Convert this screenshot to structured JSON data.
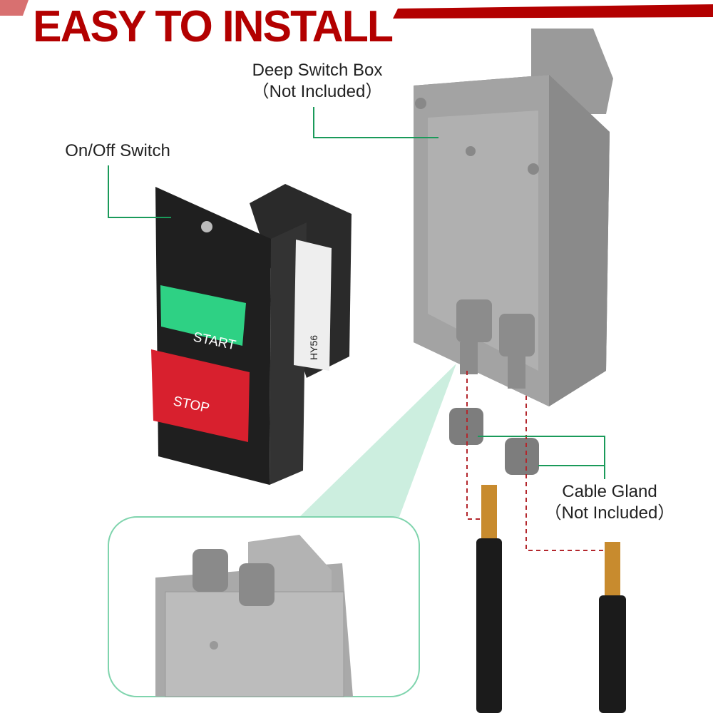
{
  "header": {
    "title": "EASY TO INSTALL"
  },
  "labels": {
    "switch_box": {
      "name": "Deep Switch Box",
      "note": "（Not Included）"
    },
    "on_off": {
      "name": "On/Off Switch"
    },
    "cable_gland": {
      "name": "Cable Gland",
      "note": "（Not Included）"
    }
  },
  "switch": {
    "start": "START",
    "stop": "STOP",
    "model": "HY56"
  },
  "colors": {
    "accent": "#b30000",
    "leader": "#1a9a5a",
    "start": "#2ed184",
    "stop": "#d8202e",
    "box": "#8e8e8e"
  }
}
